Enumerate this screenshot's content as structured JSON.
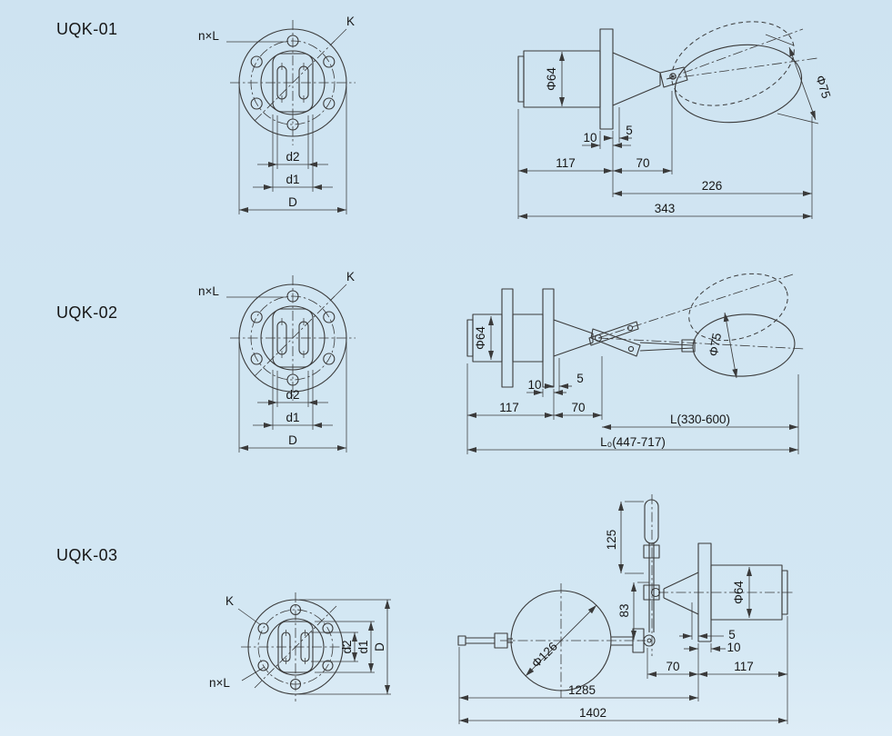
{
  "page": {
    "background": "#cee3f1",
    "line_color": "#3a3a3a"
  },
  "sections": {
    "uqk01": {
      "title": "UQK-01",
      "flange": {
        "n_x_l": "n×L",
        "k": "K",
        "d2": "d2",
        "d1": "d1",
        "d": "D"
      },
      "side": {
        "phi64": "Φ64",
        "phi75": "Φ75",
        "dim10": "10",
        "dim5": "5",
        "dim117": "117",
        "dim70": "70",
        "dim226": "226",
        "dim343": "343"
      }
    },
    "uqk02": {
      "title": "UQK-02",
      "flange": {
        "n_x_l": "n×L",
        "k": "K",
        "d2": "d2",
        "d1": "d1",
        "d": "D"
      },
      "side": {
        "phi64": "Φ64",
        "phi75": "Φ75",
        "dim10": "10",
        "dim5": "5",
        "dim117": "117",
        "dim70": "70",
        "dimL": "L(330-600)",
        "dimL0": "L₀(447-717)"
      }
    },
    "uqk03": {
      "title": "UQK-03",
      "flange": {
        "n_x_l": "n×L",
        "k": "K",
        "d2": "d2",
        "d1": "d1",
        "d": "D"
      },
      "side": {
        "phi64": "Φ64",
        "phi126": "Φ126",
        "dim5": "5",
        "dim10": "10",
        "dim70": "70",
        "dim117": "117",
        "dim125": "125",
        "dim83": "83",
        "dim1285": "1285",
        "dim1402": "1402"
      }
    }
  }
}
